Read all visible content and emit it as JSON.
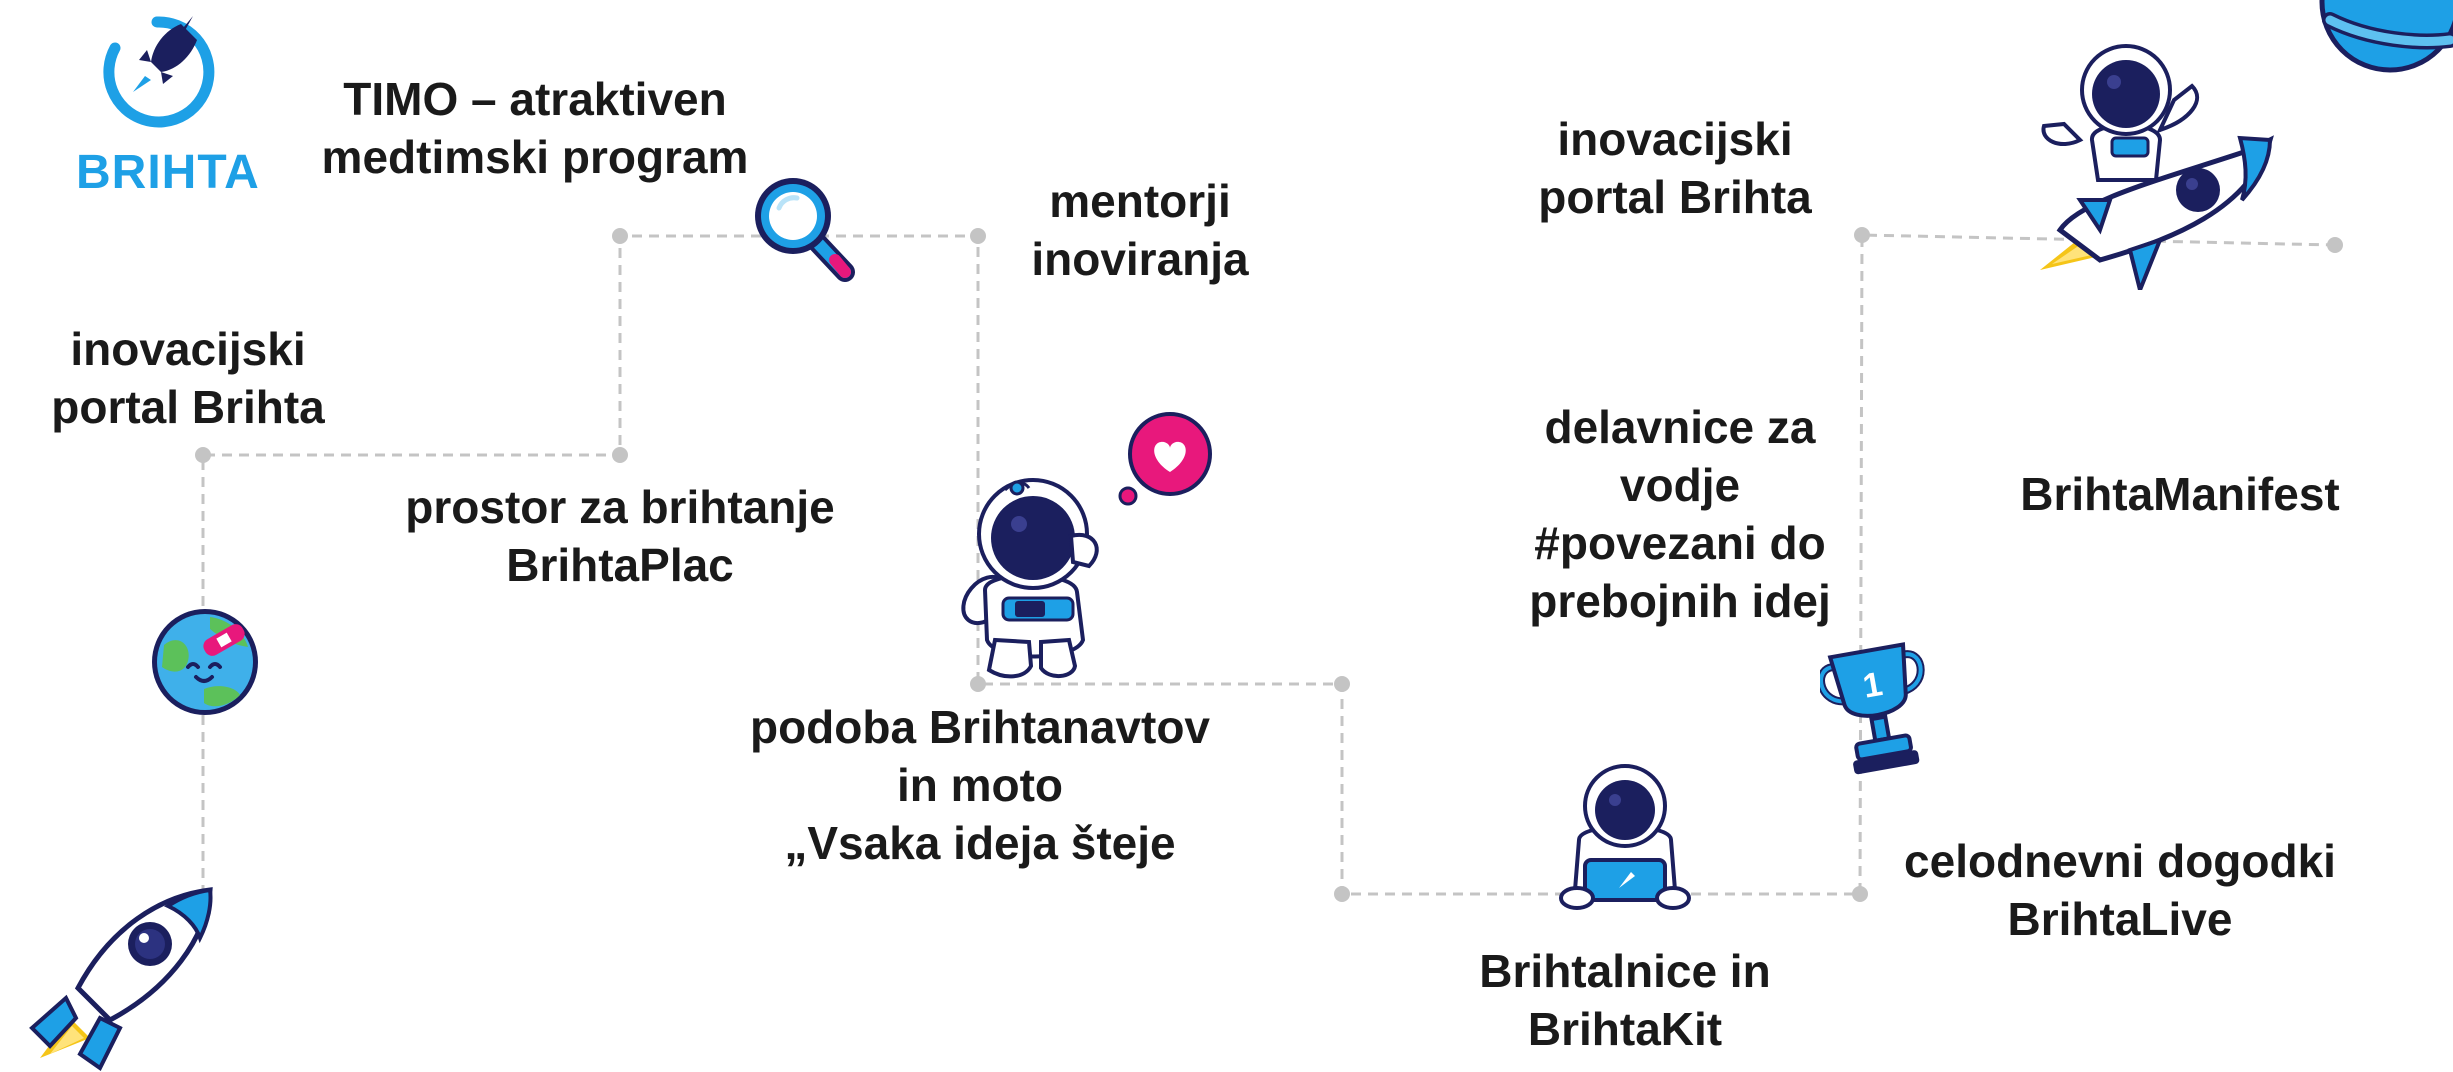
{
  "logo": {
    "name": "BRIHTA",
    "icon": "rocket-circle-logo"
  },
  "colors": {
    "brand_blue": "#1ea0e6",
    "navy": "#1b1f5e",
    "magenta": "#e8187c",
    "path_gray": "#c4c4c4",
    "text": "#1a1a1a",
    "flame_yellow": "#f5c518"
  },
  "labels": {
    "portal_left": [
      "inovacijski",
      "portal Brihta"
    ],
    "timo": [
      "TIMO – atraktiven",
      "medtimski program"
    ],
    "mentorji": [
      "mentorji",
      "inoviranja"
    ],
    "prostor": [
      "prostor za brihtanje",
      "BrihtaPlac"
    ],
    "podoba": [
      "podoba Brihtanavtov",
      "in moto",
      "„Vsaka ideja šteje"
    ],
    "portal_right": [
      "inovacijski",
      "portal Brihta"
    ],
    "delavnice": [
      "delavnice za",
      "vodje",
      "#povezani do",
      "prebojnih idej"
    ],
    "manifest": [
      "BrihtaManifest"
    ],
    "brihtalnice": [
      "Brihtalnice in",
      "BrihtaKit"
    ],
    "celodnevni": [
      "celodnevni dogodki",
      "BrihtaLive"
    ]
  },
  "icons": {
    "magnifier": "magnifier-icon",
    "earth": "earth-bandage-icon",
    "heart_bubble": "heart-bubble-icon",
    "astronaut_waving": "astronaut-waving-icon",
    "astronaut_laptop": "astronaut-laptop-icon",
    "trophy": "trophy-icon",
    "rocket_start": "rocket-start-icon",
    "astronaut_rocket": "astronaut-rocket-icon",
    "planet": "planet-icon"
  }
}
